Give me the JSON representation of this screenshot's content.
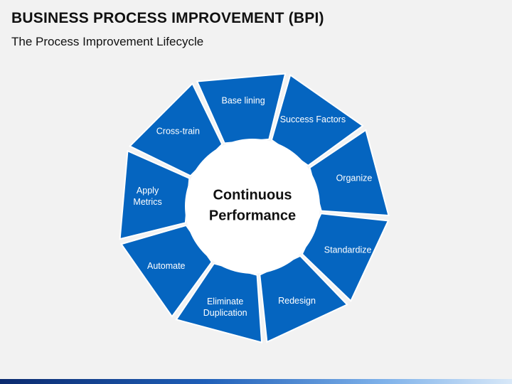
{
  "header": {
    "title": "BUSINESS PROCESS IMPROVEMENT (BPI)",
    "subtitle": "The Process Improvement Lifecycle"
  },
  "diagram": {
    "center_lines": [
      "Continuous",
      "Performance"
    ],
    "segments": [
      {
        "lines": [
          "Base lining"
        ]
      },
      {
        "lines": [
          "Success  Factors"
        ]
      },
      {
        "lines": [
          "Organize"
        ]
      },
      {
        "lines": [
          "Standardize"
        ]
      },
      {
        "lines": [
          "Redesign"
        ]
      },
      {
        "lines": [
          "Eliminate",
          "Duplication"
        ]
      },
      {
        "lines": [
          "Automate"
        ]
      },
      {
        "lines": [
          "Apply",
          "Metrics"
        ]
      },
      {
        "lines": [
          "Cross-train"
        ]
      }
    ],
    "colors": {
      "segment_fill": "#0565c0",
      "segment_border": "#ffffff",
      "center_fill": "#ffffff",
      "label_color": "#ffffff",
      "center_text_color": "#111111"
    }
  }
}
